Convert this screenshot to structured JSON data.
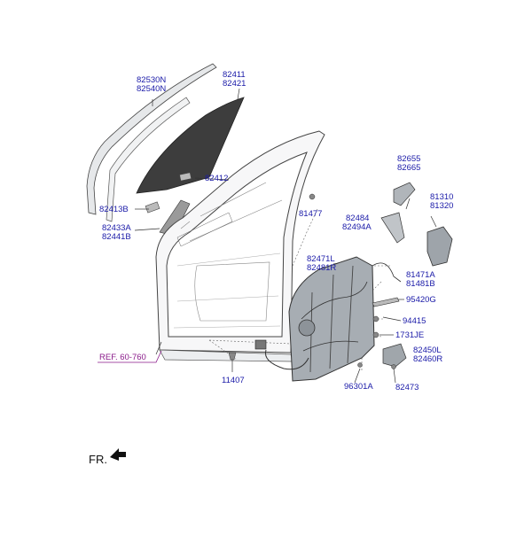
{
  "labels": {
    "p82530n": "82530N",
    "p82540n": "82540N",
    "p82411": "82411",
    "p82421": "82421",
    "p82412": "82412",
    "p82413b": "82413B",
    "p82433a": "82433A",
    "p82441b": "82441B",
    "p81477": "81477",
    "p82655": "82655",
    "p82665": "82665",
    "p81310": "81310",
    "p81320": "81320",
    "p82484": "82484",
    "p82494a": "82494A",
    "p82471l": "82471L",
    "p82481r": "82481R",
    "p81471a": "81471A",
    "p81481b": "81481B",
    "p95420g": "95420G",
    "p94415": "94415",
    "p1731je": "1731JE",
    "p82450l": "82450L",
    "p82460r": "82460R",
    "p11407": "11407",
    "p96301a": "96301A",
    "p82473": "82473",
    "ref": "REF. 60-760",
    "fr": "FR."
  },
  "colors": {
    "label": "#1a1aa8",
    "ref": "#8a1a8a",
    "glass": "#3a3a3a",
    "panel": "#9aa0a6",
    "line": "#555555"
  }
}
